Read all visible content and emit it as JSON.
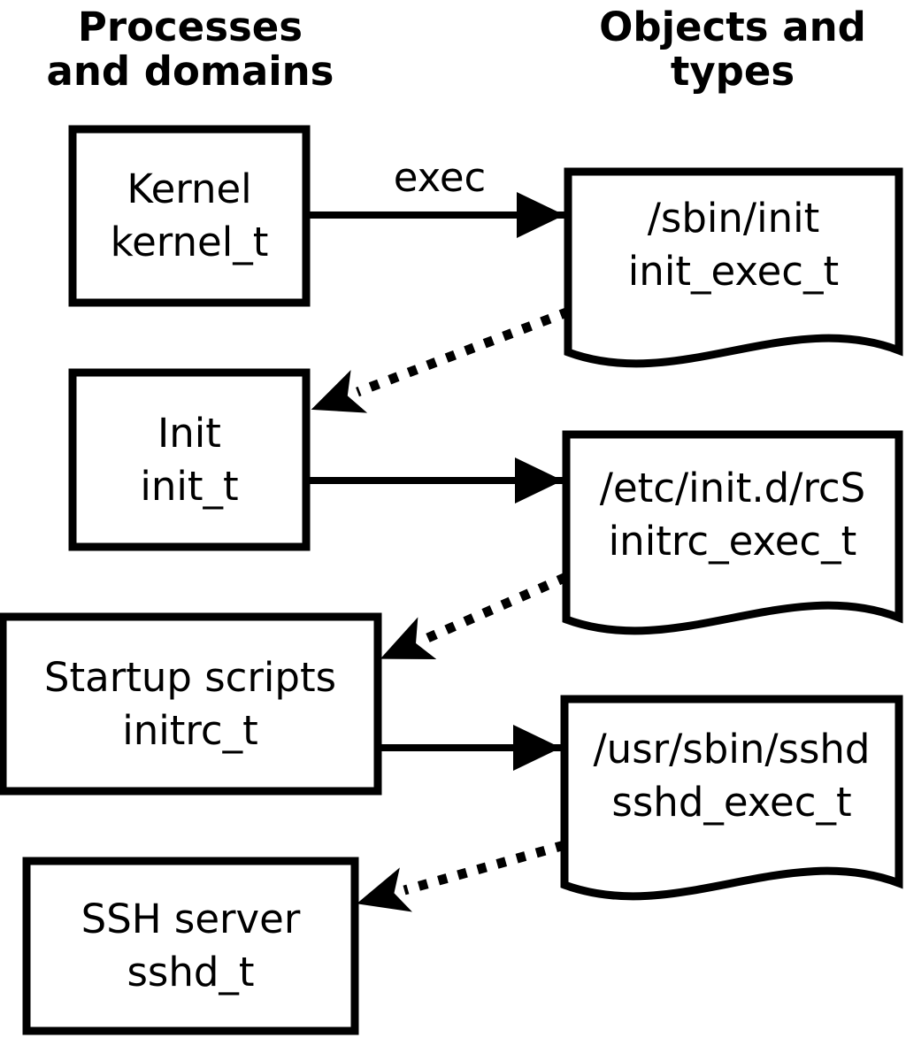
{
  "headers": {
    "left": {
      "line1": "Processes",
      "line2": "and domains"
    },
    "right": {
      "line1": "Objects and",
      "line2": "types"
    }
  },
  "process_nodes": [
    {
      "name": "Kernel",
      "type": "kernel_t"
    },
    {
      "name": "Init",
      "type": "init_t"
    },
    {
      "name": "Startup scripts",
      "type": "initrc_t"
    },
    {
      "name": "SSH server",
      "type": "sshd_t"
    }
  ],
  "object_nodes": [
    {
      "path": "/sbin/init",
      "type": "init_exec_t"
    },
    {
      "path": "/etc/init.d/rcS",
      "type": "initrc_exec_t"
    },
    {
      "path": "/usr/sbin/sshd",
      "type": "sshd_exec_t"
    }
  ],
  "edge_labels": {
    "exec": "exec"
  },
  "colors": {
    "ink": "#000000",
    "background": "#ffffff"
  }
}
